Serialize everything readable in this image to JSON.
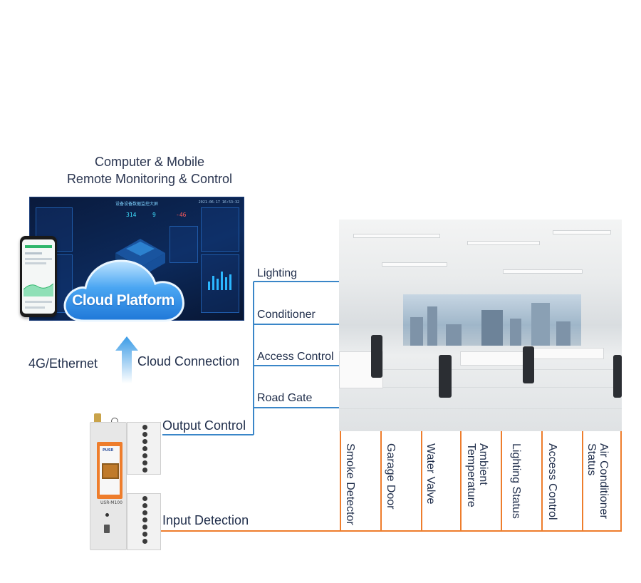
{
  "header": {
    "line1": "Computer & Mobile",
    "line2": "Remote Monitoring & Control"
  },
  "dashboard": {
    "title": "设备设备数据监控大屏",
    "time": "2021-06-17 16:53:32",
    "numbers": [
      "314",
      "9",
      "-46"
    ]
  },
  "cloud": {
    "label": "Cloud Platform"
  },
  "connection": {
    "left_label": "4G/Ethernet",
    "right_label": "Cloud Connection"
  },
  "device": {
    "brand": "PUSR",
    "model": "USR-M100"
  },
  "output": {
    "label": "Output Control",
    "targets": [
      "Lighting",
      "Conditioner",
      "Access Control",
      "Road Gate"
    ]
  },
  "input": {
    "label": "Input Detection",
    "sources": [
      "Smoke Detector",
      "Garage Door",
      "Water Valve",
      "Ambient Temperature",
      "Lighting Status",
      "Access Control",
      "Air Conditioner Status"
    ]
  },
  "colors": {
    "output_line": "#3a86c8",
    "input_line": "#ee7d2c",
    "cloud": "#2f8fe8",
    "arrow": "#3a9be6"
  }
}
